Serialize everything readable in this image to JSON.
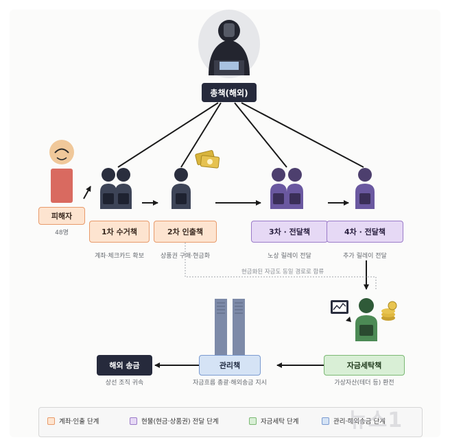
{
  "nodes": {
    "boss": "총책(해외)",
    "victim": "피해자",
    "victim_count": "48명",
    "collector": "1차 수거책",
    "collector_desc": "계좌·체크카드 확보",
    "withdrawer": "2차 인출책",
    "withdrawer_desc": "상품권 구매·현금화",
    "relay3": "3차 · 전달책",
    "relay3_desc": "노상 릴레이 전달",
    "relay4": "4차 · 전달책",
    "relay4_desc": "추가 릴레이 전달",
    "merge_note": "현금화된 자금도 동일 경로로 합류",
    "launderer": "자금세탁책",
    "launderer_desc": "가상자산(테더 등) 환전",
    "manager": "관리책",
    "manager_desc": "자금흐름 총괄·해외송금 지시",
    "remit": "해외 송금",
    "remit_desc": "상선 조직 귀속"
  },
  "legend": [
    {
      "label": "계좌·인출 단계",
      "color": "#fde4d0",
      "border": "#e89a6a"
    },
    {
      "label": "현물(현금·상품권) 전달 단계",
      "color": "#e6d9f5",
      "border": "#9a7ac8"
    },
    {
      "label": "자금세탁 단계",
      "color": "#d9efd6",
      "border": "#7ab873"
    },
    {
      "label": "관리·해외송금 단계",
      "color": "#d5e3f5",
      "border": "#7a9ad0"
    }
  ],
  "watermark": "뉴스1"
}
